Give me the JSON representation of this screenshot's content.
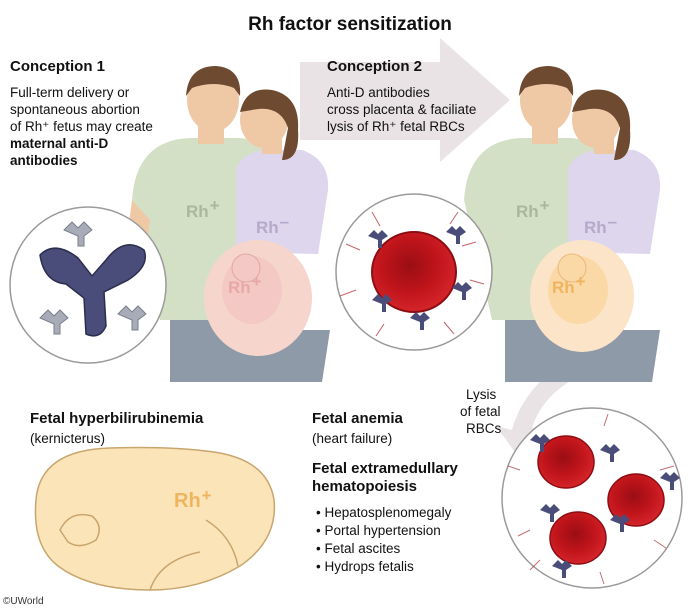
{
  "title": "Rh factor sensitization",
  "conception1": {
    "heading": "Conception 1",
    "lines": [
      "Full-term delivery or",
      "spontaneous abortion",
      "of Rh⁺ fetus may create"
    ],
    "bold_lines": [
      "maternal anti-D",
      "antibodies"
    ]
  },
  "conception2": {
    "heading": "Conception 2",
    "lines": [
      "Anti-D antibodies",
      "cross placenta & faciliate",
      "lysis of Rh⁺ fetal RBCs"
    ]
  },
  "rh_labels": {
    "rh": "Rh",
    "positive": "+",
    "negative": "–"
  },
  "lysis": {
    "lines": [
      "Lysis",
      "of fetal",
      "RBCs"
    ]
  },
  "hyperbili": {
    "heading": "Fetal hyperbilirubinemia",
    "sub": "(kernicterus)"
  },
  "anemia": {
    "heading": "Fetal anemia",
    "sub": "(heart failure)"
  },
  "hematopoiesis": {
    "heading_lines": [
      "Fetal extramedullary",
      "hematopoiesis"
    ],
    "items": [
      "Hepatosplenomegaly",
      "Portal hypertension",
      "Fetal ascites",
      "Hydrops fetalis"
    ]
  },
  "copyright": "©UWorld",
  "colors": {
    "rbc": "#c0141b",
    "rbc_dark": "#8f0d12",
    "antibody_dark": "#4a4d7a",
    "antibody_light": "#a8acb8",
    "male_shirt": "#d4e0c6",
    "female_shirt": "#ddd6ec",
    "arrow": "#e9e3e6",
    "fetus_orange": "#fbd9a6",
    "fetus_pink": "#f4c8c4",
    "jeans": "#8e9aa8",
    "skin": "#efc9a6",
    "hair": "#6e4a30"
  }
}
